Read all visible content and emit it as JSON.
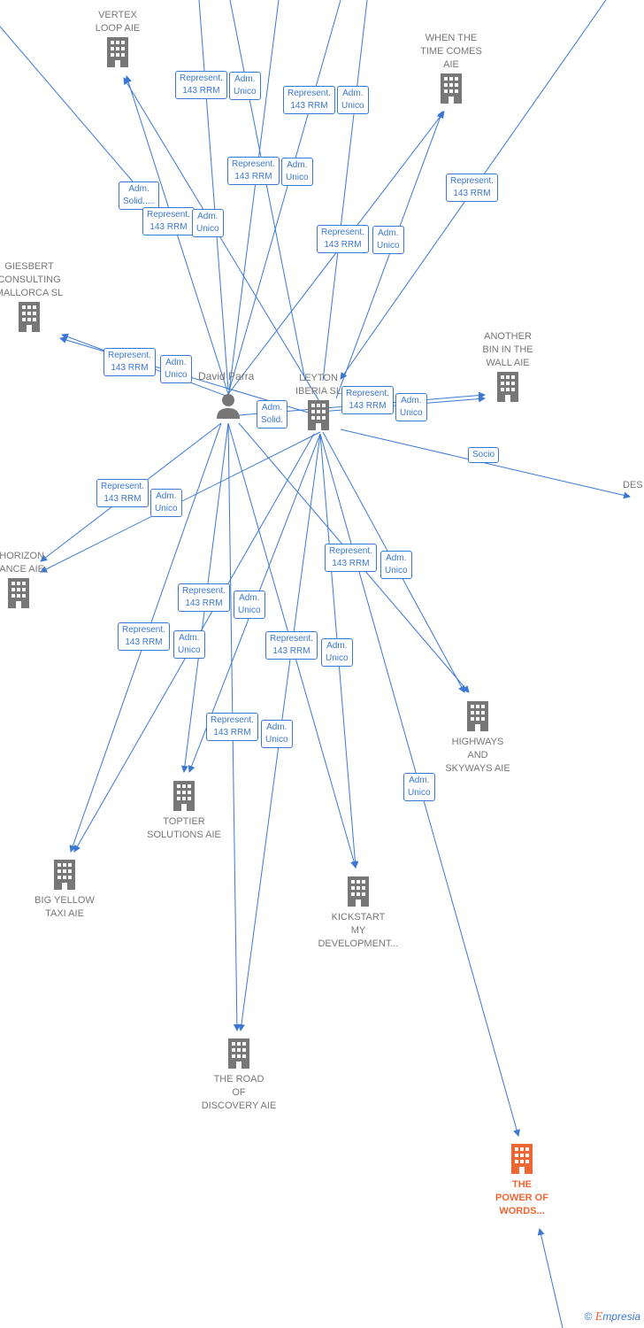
{
  "person": {
    "name": "David Parra"
  },
  "nodes": {
    "vertex": "VERTEX\nLOOP  AIE",
    "whentime": "WHEN THE\nTIME COMES\nAIE",
    "giesbert": "GIESBERT\nCONSULTING\nMALLORCA  SL",
    "leyton": "LEYTON\nIBERIA  SL",
    "another": "ANOTHER\nBIN IN THE\nWALL  AIE",
    "des": "DES",
    "horizon": "HORIZON\nFINANCE  AIE",
    "highways": "HIGHWAYS\nAND\nSKYWAYS  AIE",
    "toptier": "TOPTIER\nSOLUTIONS  AIE",
    "bigyellow": "BIG YELLOW\nTAXI  AIE",
    "kickstart": "KICKSTART\nMY\nDEVELOPMENT...",
    "road": "THE ROAD\nOF\nDISCOVERY  AIE",
    "power": "THE\nPOWER OF\nWORDS..."
  },
  "edge_labels": {
    "represent": "Represent.\n143 RRM",
    "adm_unico": "Adm.\nUnico",
    "adm_solid": "Adm.\nSolid.",
    "adm_solid_trunc": "Adm.\nSolid.....",
    "socio": "Socio"
  },
  "footer": {
    "copyright": "©",
    "brand_initial": "E",
    "brand_rest": "mpresia"
  },
  "colors": {
    "edge": "#3a78d4",
    "node": "#777777",
    "main": "#ee6633"
  }
}
